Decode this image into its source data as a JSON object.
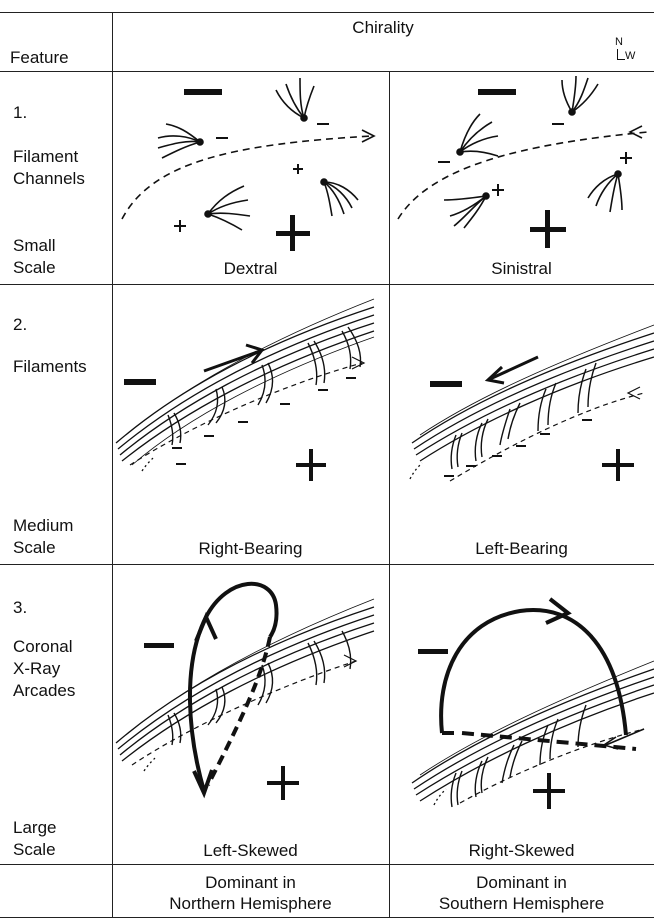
{
  "header": {
    "feature_label": "Feature",
    "chirality_label": "Chirality",
    "compass": {
      "north": "N",
      "west": "W"
    }
  },
  "rows": [
    {
      "number": "1.",
      "name": [
        "Filament",
        "Channels"
      ],
      "scale": [
        "Small",
        "Scale"
      ],
      "left_caption": "Dextral",
      "right_caption": "Sinistral"
    },
    {
      "number": "2.",
      "name": [
        "Filaments"
      ],
      "scale": [
        "Medium",
        "Scale"
      ],
      "left_caption": "Right-Bearing",
      "right_caption": "Left-Bearing"
    },
    {
      "number": "3.",
      "name": [
        "Coronal",
        "X-Ray",
        "Arcades"
      ],
      "scale": [
        "Large",
        "Scale"
      ],
      "left_caption": "Left-Skewed",
      "right_caption": "Right-Skewed"
    }
  ],
  "footer": {
    "left": [
      "Dominant in",
      "Northern Hemisphere"
    ],
    "right": [
      "Dominant in",
      "Southern Hemisphere"
    ]
  },
  "symbols": {
    "minus": "−",
    "plus": "+"
  }
}
